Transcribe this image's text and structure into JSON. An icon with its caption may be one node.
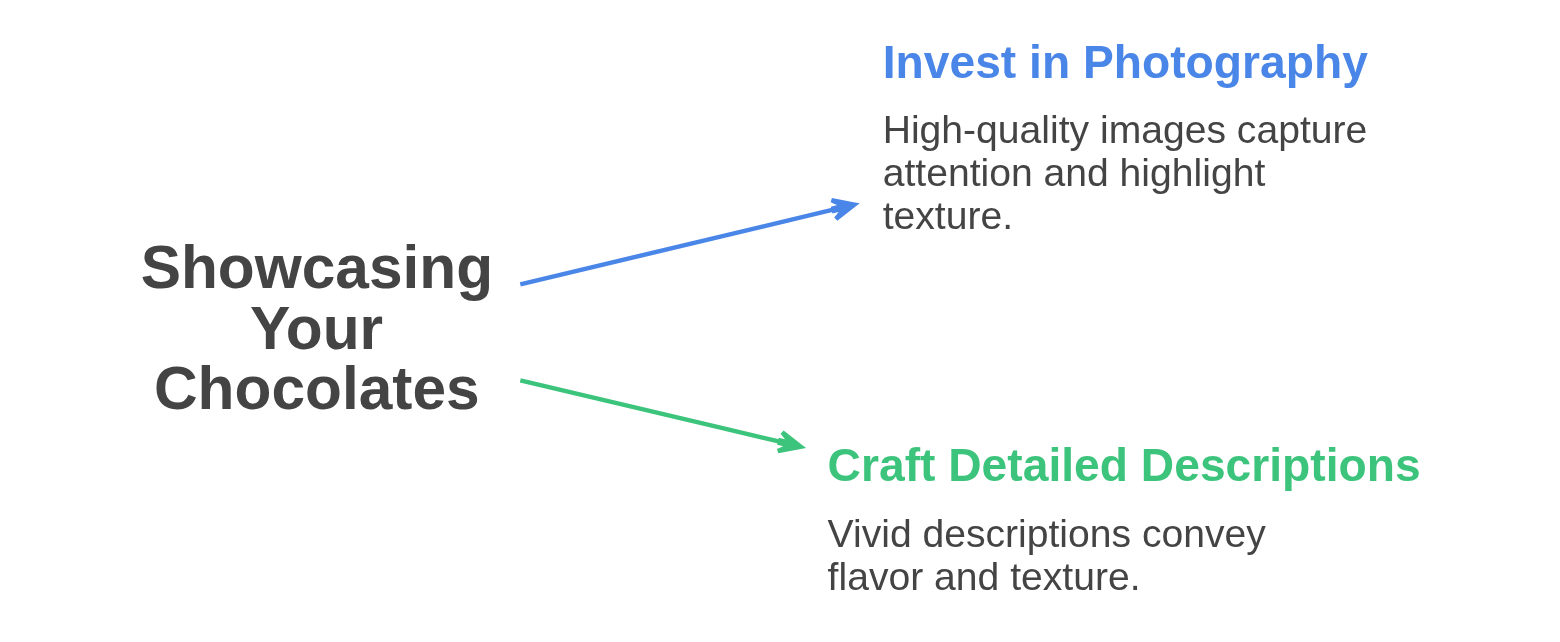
{
  "diagram": {
    "nodes": [
      {
        "text": [
          "Showcasing Your Chocolates"
        ]
      },
      {
        "text": [
          "Invest in Photography",
          "High-quality images capture attention and highlight texture."
        ]
      },
      {
        "text": [
          "Craft Detailed Descriptions",
          "Vivid descriptions convey flavor and texture."
        ]
      }
    ],
    "edges": [
      {
        "from": 0,
        "to": 1,
        "arrow": "to",
        "color": "#4a86e8"
      },
      {
        "from": 0,
        "to": 2,
        "arrow": "to",
        "color": "#3cc47c"
      }
    ]
  }
}
